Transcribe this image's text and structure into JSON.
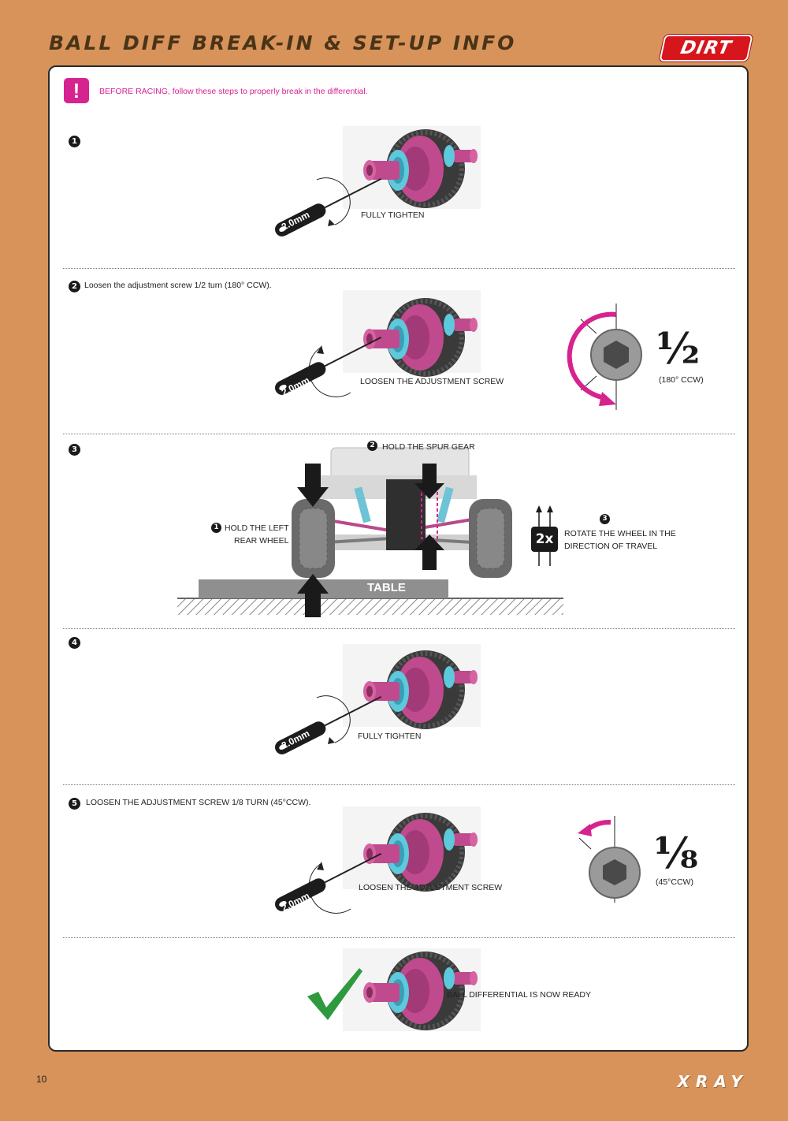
{
  "header": {
    "title": "BALL DIFF BREAK-IN & SET-UP INFO",
    "badge": "DIRT"
  },
  "warning": {
    "icon": "exclamation-icon",
    "text": "BEFORE RACING, follow these steps to properly break in the differential."
  },
  "steps": {
    "s1": {
      "number": "1",
      "text": "",
      "tool_label": "2.0mm",
      "caption": "FULLY TIGHTEN"
    },
    "s2": {
      "number": "2",
      "text": "Loosen the adjustment screw 1/2 turn (180° CCW).",
      "tool_label": "2.0mm",
      "caption": "LOOSEN THE ADJUSTMENT SCREW",
      "fraction": "½",
      "fraction_note": "(180° CCW)"
    },
    "s3": {
      "number": "3",
      "callout_1_num": "1",
      "callout_1_line1": "HOLD THE LEFT",
      "callout_1_line2": "REAR WHEEL",
      "callout_2_num": "2",
      "callout_2": "HOLD THE SPUR GEAR",
      "callout_3_num": "3",
      "callout_3_line1": "ROTATE THE WHEEL IN THE",
      "callout_3_line2": "DIRECTION OF TRAVEL",
      "times": "2x",
      "table_label": "TABLE"
    },
    "s4": {
      "number": "4",
      "tool_label": "2.0mm",
      "caption": "FULLY TIGHTEN"
    },
    "s5": {
      "number": "5",
      "text": "LOOSEN THE ADJUSTMENT SCREW 1/8 TURN (45°CCW).",
      "tool_label": "2.0mm",
      "caption": "LOOSEN THE ADJUSTMENT SCREW",
      "fraction": "⅛",
      "fraction_note": "(45°CCW)"
    },
    "final": {
      "caption": "BALL DIFFERENTIAL IS NOW READY"
    }
  },
  "footer": {
    "page_number": "10",
    "logo": "XRAY"
  },
  "colors": {
    "background": "#d8935a",
    "accent": "#d6238f",
    "gear": "#c04a8e",
    "bearing": "#5ec8dc",
    "brand_red": "#d6151d",
    "check_green": "#2e9a3e"
  }
}
